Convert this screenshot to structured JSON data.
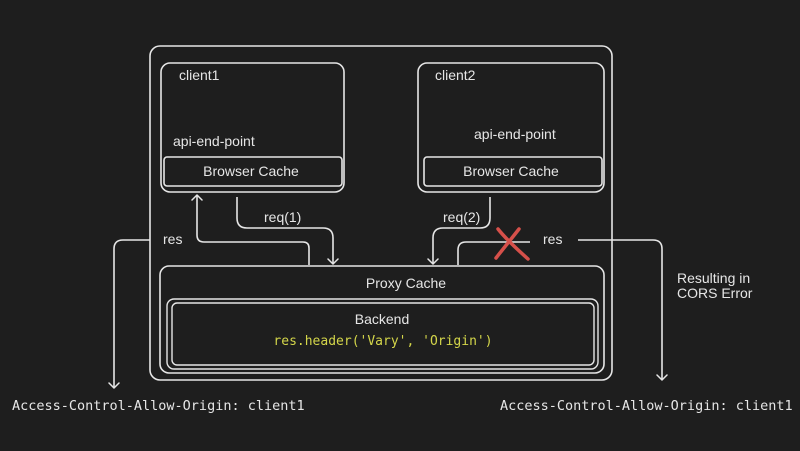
{
  "colors": {
    "background": "#1e1e1e",
    "stroke": "#e6e6e6",
    "text": "#e6e6e6",
    "code": "#d4d64a",
    "error_mark": "#d6504a"
  },
  "client1": {
    "title": "client1",
    "endpoint": "api-end-point",
    "cache": "Browser Cache"
  },
  "client2": {
    "title": "client2",
    "endpoint": "api-end-point",
    "cache": "Browser Cache"
  },
  "proxy": {
    "title": "Proxy Cache"
  },
  "backend": {
    "title": "Backend",
    "code": "res.header('Vary', 'Origin')"
  },
  "flows": {
    "req1": "req(1)",
    "req2": "req(2)",
    "res_left": "res",
    "res_right": "res"
  },
  "annotations": {
    "error_line1": "Resulting in",
    "error_line2": "CORS Error",
    "header_left": "Access-Control-Allow-Origin: client1",
    "header_right": "Access-Control-Allow-Origin: client1"
  },
  "icons": {
    "error_mark": "x-cross-icon",
    "arrow": "arrowhead-icon"
  }
}
